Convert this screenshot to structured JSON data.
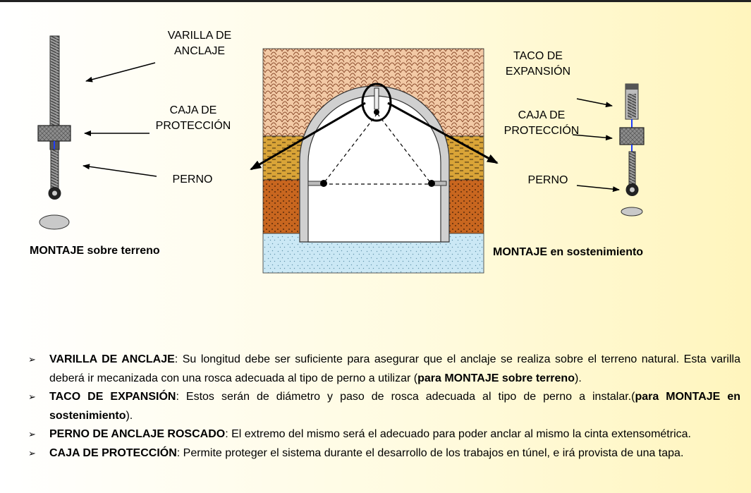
{
  "labels": {
    "varilla": [
      "VARILLA DE",
      "ANCLAJE"
    ],
    "caja_left": [
      "CAJA DE",
      "PROTECCIÓN"
    ],
    "perno_left": "PERNO",
    "taco": [
      "TACO DE",
      "EXPANSIÓN"
    ],
    "caja_right": [
      "CAJA DE",
      "PROTECCIÓN"
    ],
    "perno_right": "PERNO"
  },
  "captions": {
    "left": {
      "bold": "MONTAJE",
      "rest": " sobre terreno"
    },
    "right": {
      "bold": "MONTAJE",
      "rest": " en sostenimiento"
    }
  },
  "notes": [
    {
      "bullet": "➢",
      "term": "VARILLA DE ANCLAJE",
      "text1": ": Su longitud debe ser suficiente para asegurar que el anclaje se realiza sobre el terreno natural. Esta varilla deberá ir mecanizada con una rosca adecuada al tipo de perno a utilizar (",
      "bold2": "para MONTAJE sobre terreno",
      "text2": ")."
    },
    {
      "bullet": "➢",
      "term": "TACO DE EXPANSIÓN",
      "text1": ": Estos serán de diámetro y paso de rosca adecuada al tipo de perno a instalar.(",
      "bold2": "para MONTAJE en sostenimiento",
      "text2": ")."
    },
    {
      "bullet": "➢",
      "term": "PERNO DE ANCLAJE ROSCADO",
      "text1": ": El extremo del mismo será el adecuado para poder anclar al mismo la cinta extensométrica.",
      "bold2": "",
      "text2": ""
    },
    {
      "bullet": "➢",
      "term": "CAJA DE PROTECCIÓN",
      "text1": ": Permite proteger el sistema durante el desarrollo de los trabajos en túnel, e irá provista de una tapa.",
      "bold2": "",
      "text2": ""
    }
  ]
}
